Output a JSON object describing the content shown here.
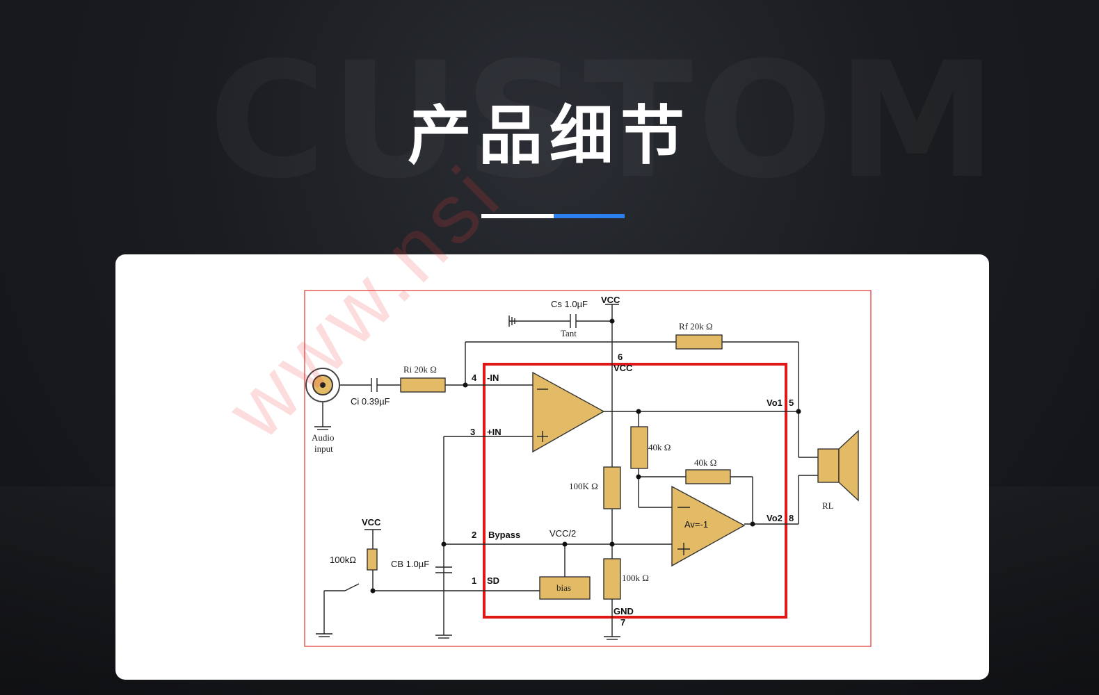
{
  "background_word": "CUSTOM",
  "page_title": "产品细节",
  "accent_colors": {
    "white_bar": "#ffffff",
    "blue_bar": "#2d7ff0",
    "ic_outline": "#e01818",
    "component_fill": "#e3bb66"
  },
  "watermark": "www.nsi",
  "schematic": {
    "vcc_top": "VCC",
    "cs_label": "Cs  1.0µF",
    "tant_label": "Tant",
    "rf_label": "Rf  20k Ω",
    "ri_label": "Ri  20k Ω",
    "ci_label": "Ci  0.39µF",
    "audio_input": "Audio",
    "audio_input2": "input",
    "pin6": "6",
    "pin6_name": "VCC",
    "pin4": "4",
    "pin4_name": "-IN",
    "pin3": "3",
    "pin3_name": "+IN",
    "pin2": "2",
    "pin2_name": "Bypass",
    "pin1": "1",
    "pin1_name": "SD",
    "pin5": "5",
    "pin5_name": "Vo1",
    "pin8": "8",
    "pin8_name": "Vo2",
    "pin7": "7",
    "pin7_name": "GND",
    "r40k_a": "40k Ω",
    "r40k_b": "40k Ω",
    "r100k_a": "100K Ω",
    "r100k_b": "100k Ω",
    "av_label": "Av=-1",
    "vcc_half": "VCC/2",
    "bias_label": "bias",
    "vcc_sd": "VCC",
    "r100k_sd": "100kΩ",
    "cb_label": "CB 1.0µF",
    "rl_label": "RL"
  }
}
